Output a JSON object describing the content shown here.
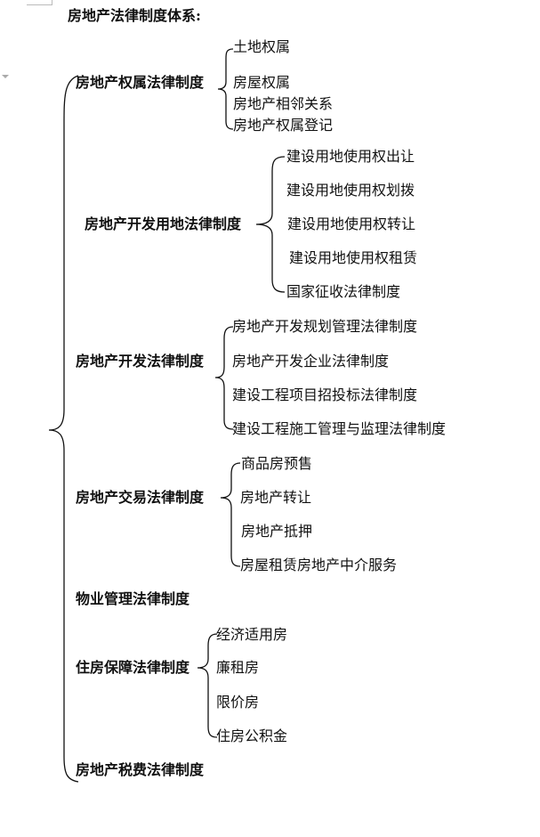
{
  "title": "房地产法律制度体系:",
  "categories": [
    {
      "label": "房地产权属法律制度",
      "items": [
        "土地权属",
        "房屋权属",
        "房地产相邻关系",
        "房地产权属登记"
      ]
    },
    {
      "label": "房地产开发用地法律制度",
      "items": [
        "建设用地使用权出让",
        "建设用地使用权划拨",
        "建设用地使用权转让",
        "建设用地使用权租赁",
        "国家征收法律制度"
      ]
    },
    {
      "label": "房地产开发法律制度",
      "items": [
        "房地产开发规划管理法律制度",
        "房地产开发企业法律制度",
        "建设工程项目招投标法律制度",
        "建设工程施工管理与监理法律制度"
      ]
    },
    {
      "label": "房地产交易法律制度",
      "items": [
        "商品房预售",
        "房地产转让",
        "房地产抵押",
        "房屋租赁房地产中介服务"
      ]
    },
    {
      "label": "物业管理法律制度",
      "items": []
    },
    {
      "label": "住房保障法律制度",
      "items": [
        "经济适用房",
        "廉租房",
        "限价房",
        "住房公积金"
      ]
    },
    {
      "label": "房地产税费法律制度",
      "items": []
    }
  ]
}
